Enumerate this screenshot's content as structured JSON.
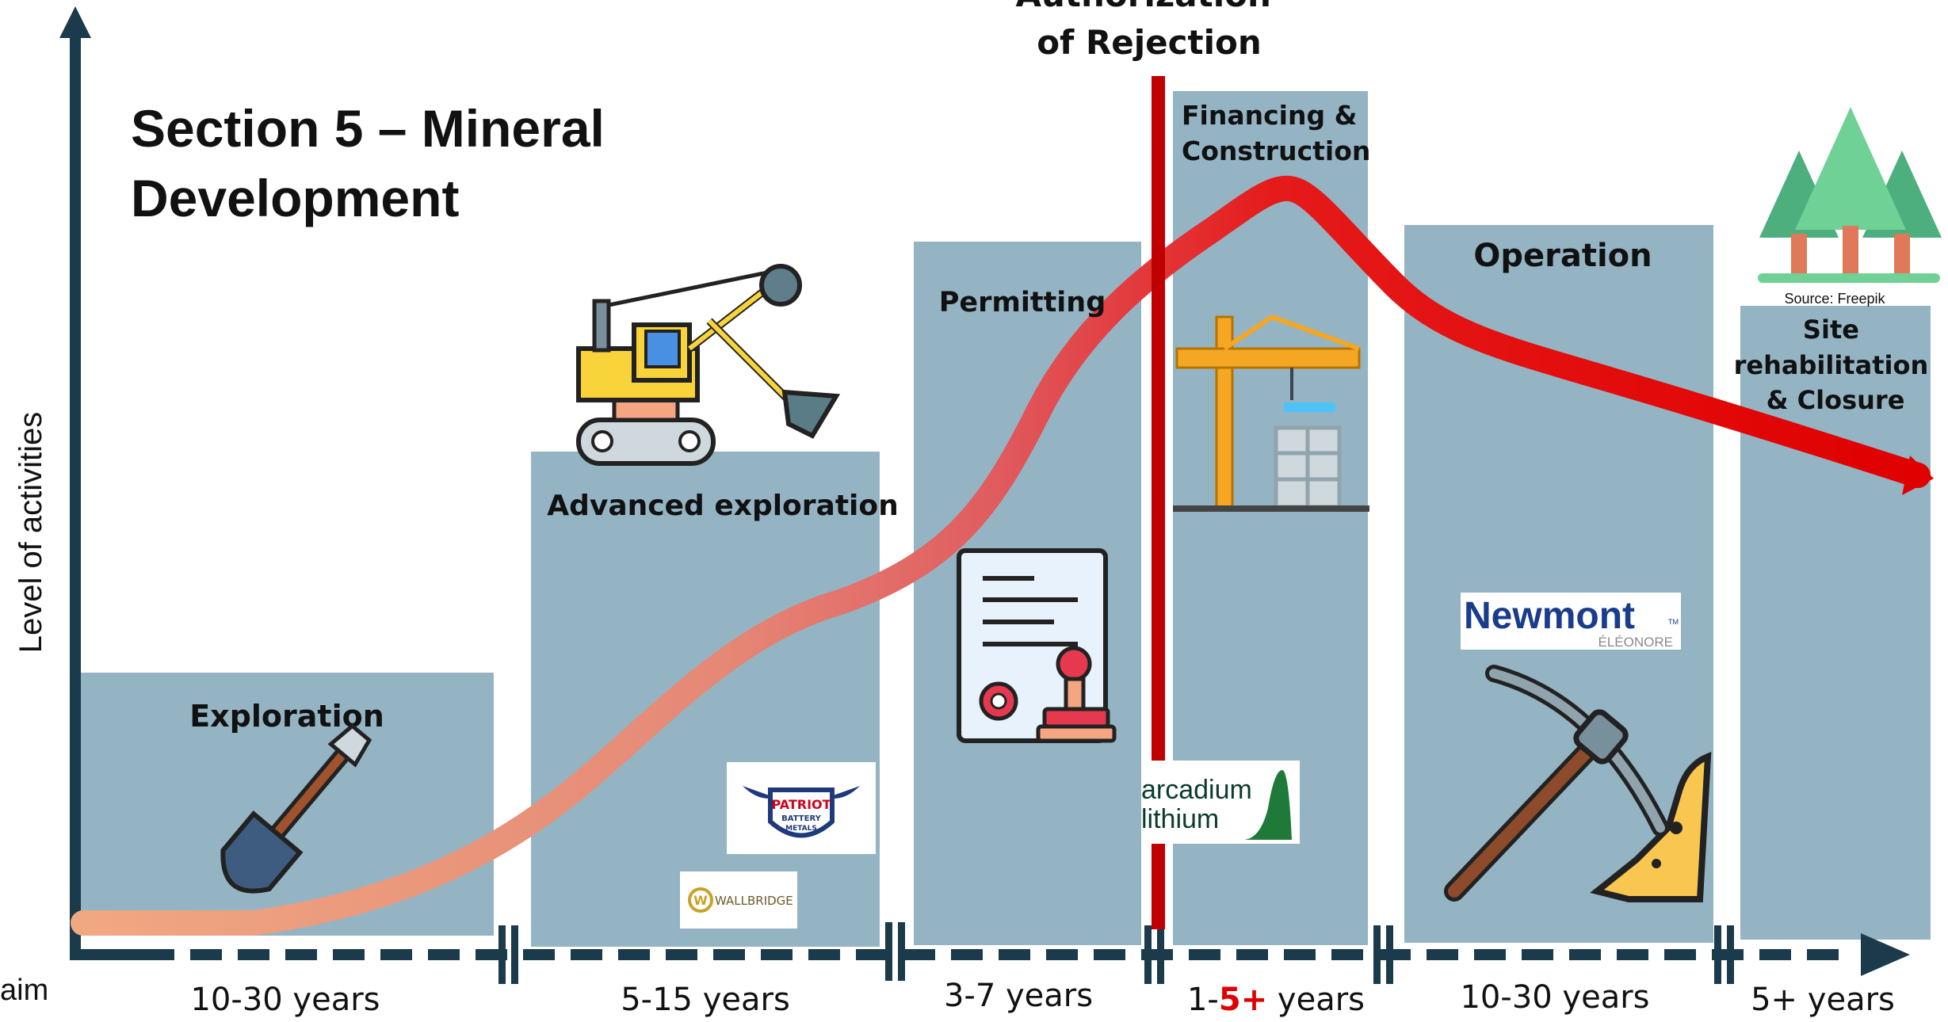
{
  "diagram": {
    "title_line1": "Section 5 – Mineral",
    "title_line2": "Development",
    "y_axis_label": "Level of activities",
    "x_axis_left_fragment": "aim",
    "decision_label_line1": "Authorization",
    "decision_label_line2": "of Rejection",
    "stages": [
      {
        "id": "exploration",
        "label_lines": [
          "Exploration"
        ],
        "duration": "10-30 years"
      },
      {
        "id": "advanced-exploration",
        "label_lines": [
          "Advanced exploration"
        ],
        "duration": "5-15 years"
      },
      {
        "id": "permitting",
        "label_lines": [
          "Permitting"
        ],
        "duration": "3-7 years"
      },
      {
        "id": "financing",
        "label_lines": [
          "Financing &",
          "Construction"
        ],
        "duration_prefix": "1-",
        "duration_highlight": "5+",
        "duration_suffix": " years"
      },
      {
        "id": "operation",
        "label_lines": [
          "Operation"
        ],
        "duration": "10-30 years"
      },
      {
        "id": "closure",
        "label_lines": [
          "Site",
          "rehabilitation",
          "& Closure"
        ],
        "duration": "5+ years"
      }
    ],
    "logos": {
      "patriot": [
        "PATRIOT",
        "BATTERY",
        "METALS"
      ],
      "wallbridge": "WALLBRIDGE",
      "arcadium": [
        "arcadium",
        "lithium"
      ],
      "newmont": "Newmont",
      "newmont_sub": "ÉLÉONORE",
      "newmont_tm": "TM"
    },
    "image_credit": "Source: Freepik",
    "icons": [
      "shovel-icon",
      "excavator-icon",
      "permit-document-icon",
      "construction-crane-icon",
      "pickaxe-icon",
      "forest-icon"
    ],
    "colors": {
      "panel": "#94b4c4",
      "axis": "#1b3a4b",
      "decision_line": "#c00000",
      "curve_start": "#f0a882",
      "curve_end": "#e00000",
      "highlight": "#e00000"
    }
  }
}
